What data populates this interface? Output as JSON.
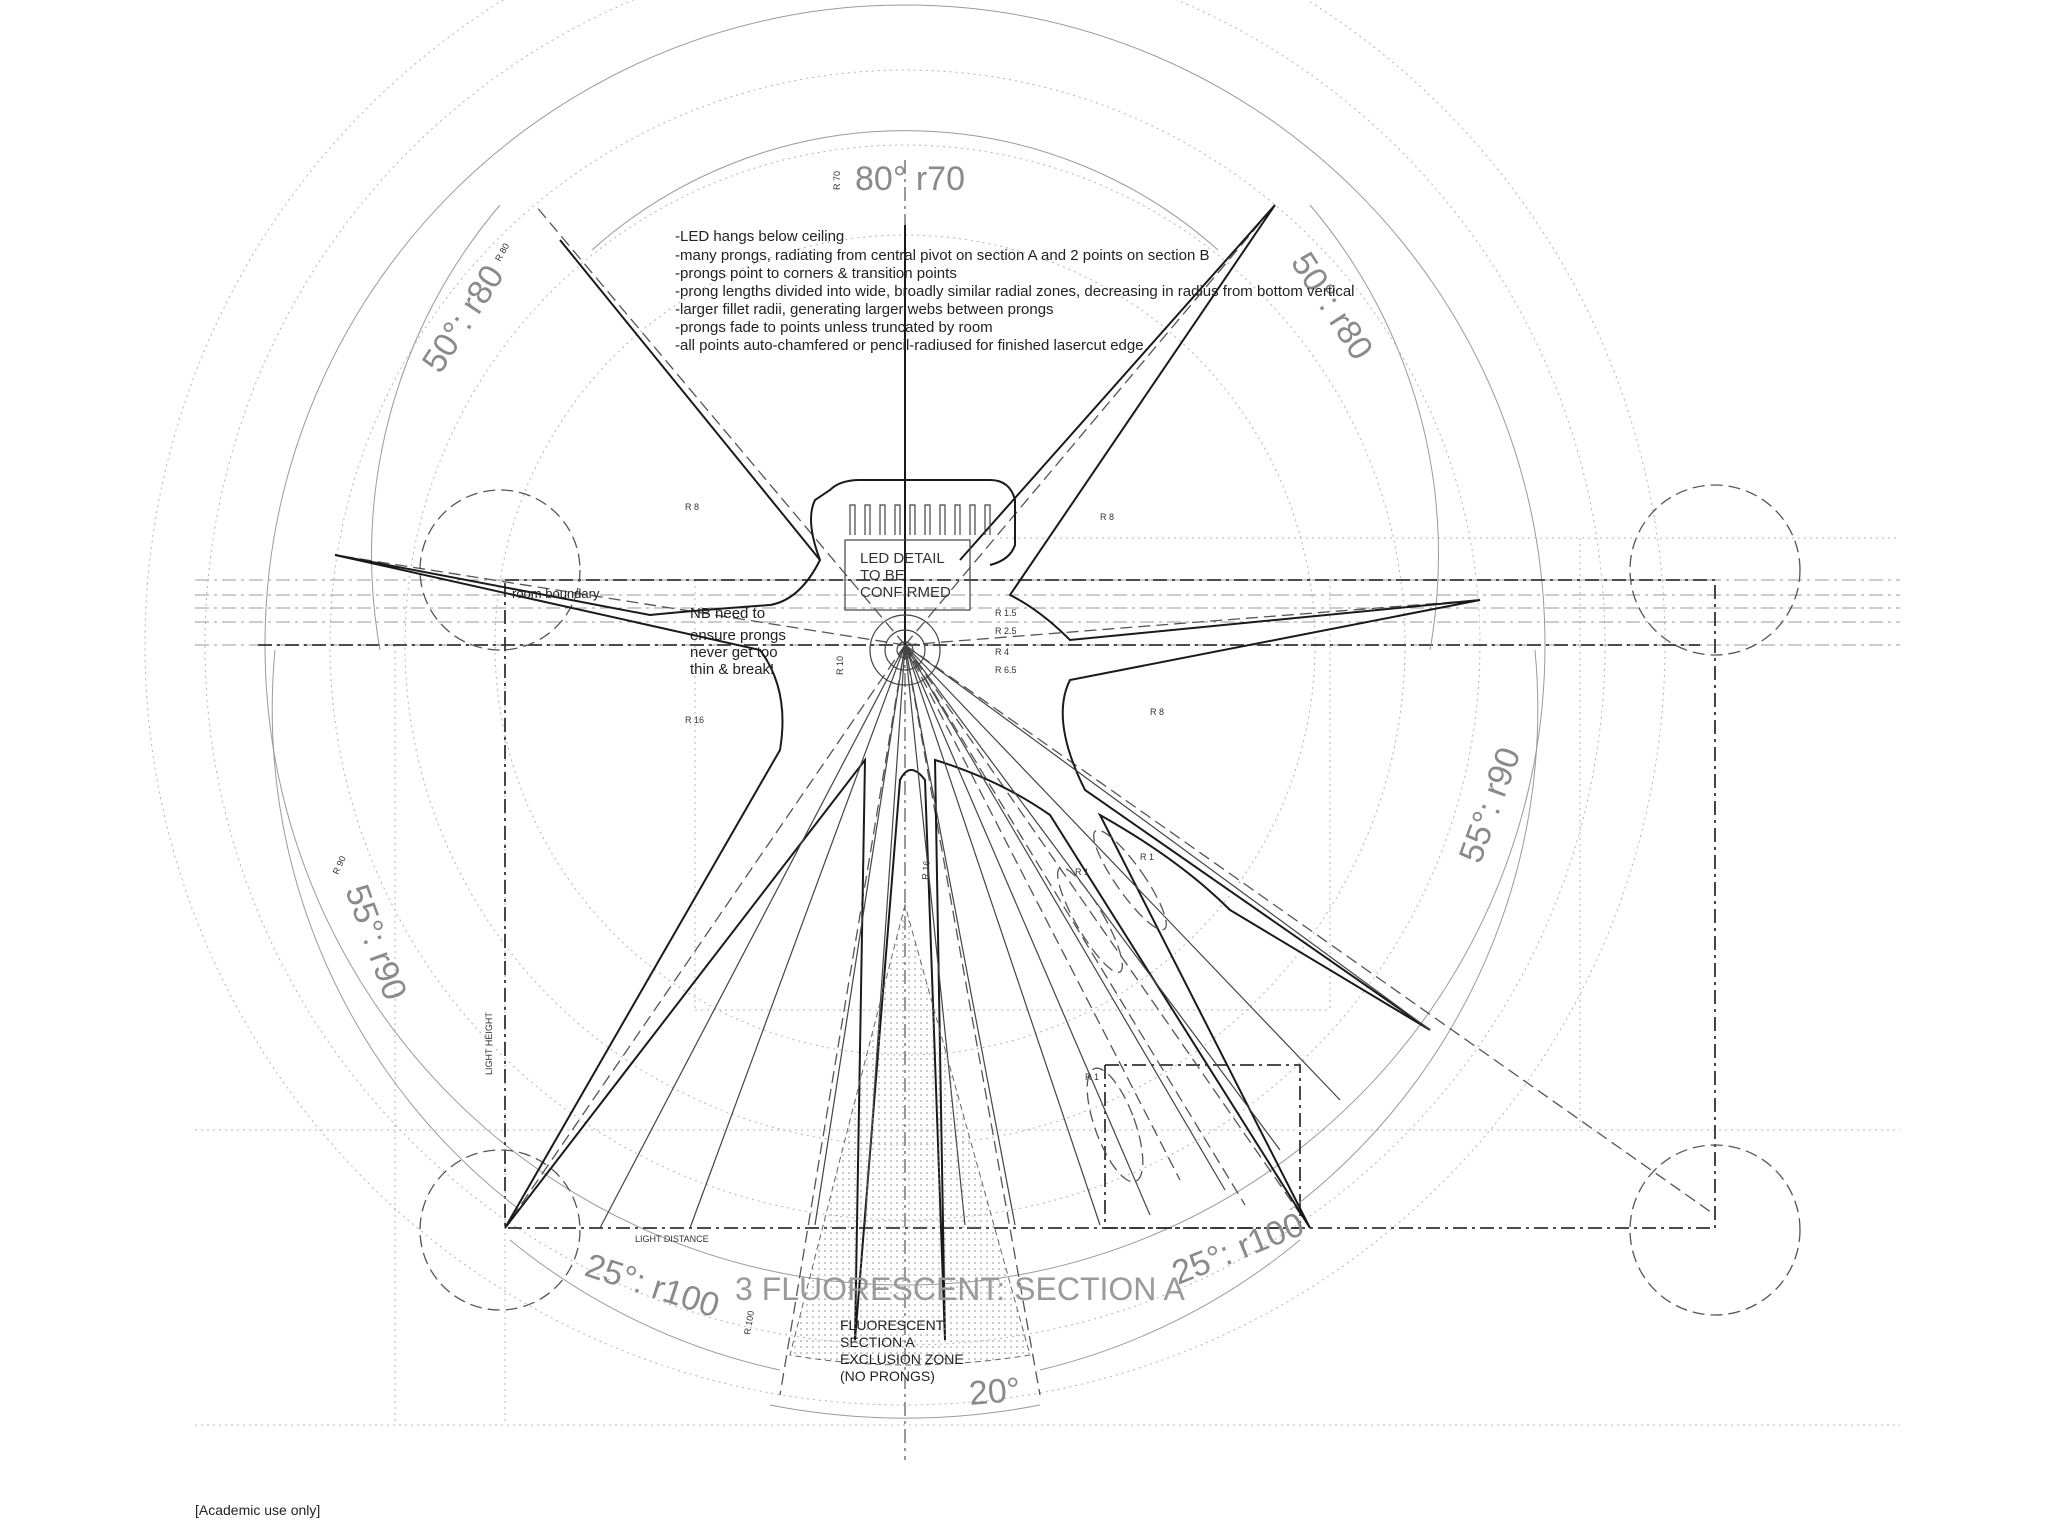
{
  "notes": {
    "lines": [
      "-LED hangs below ceiling",
      "-many prongs, radiating from central pivot on section A and 2 points on section B",
      "-prongs point to corners & transition points",
      "-prong lengths divided into wide, broadly similar radial zones, decreasing in radius from bottom vertical",
      "-larger fillet radii, generating larger webs between prongs",
      "-prongs fade to points unless truncated by room",
      "-all points auto-chamfered or pencil-radiused for finished lasercut edge"
    ]
  },
  "zones": {
    "top": "80° r70",
    "upper_left": "50°: r80",
    "upper_right": "50°: r80",
    "left": "55°: r90",
    "right": "55°: r90",
    "lower_left": "25°: r100",
    "lower_right": "25°: r100",
    "bottom_angle": "20°"
  },
  "title": "3 FLUORESCENT: SECTION A",
  "labels": {
    "led_detail": [
      "LED DETAIL",
      "TO BE",
      "CONFIRMED"
    ],
    "ensure_note": [
      "NB need to",
      "ensure prongs",
      "never get too",
      "thin & break!"
    ],
    "room_boundary": "room boundary",
    "light_height": "LIGHT HEIGHT",
    "light_distance": "LIGHT DISTANCE",
    "exclusion": [
      "FLUORESCENT",
      "SECTION A",
      "EXCLUSION ZONE",
      "(NO PRONGS)"
    ]
  },
  "radii": {
    "r8_a": "R 8",
    "r8_b": "R 8",
    "r8_c": "R 8",
    "r16_a": "R 16",
    "r16_b": "R 16",
    "r1_5": "R 1.5",
    "r2_5": "R 2.5",
    "r4": "R 4",
    "r6_5": "R 6.5",
    "r1_a": "R 1",
    "r1_b": "R 1",
    "r1_c": "R 1",
    "r70": "R 70",
    "r80": "R 80",
    "r90": "R 90",
    "r100": "R 100",
    "r10": "R 10"
  },
  "footer": "[Academic use only]"
}
